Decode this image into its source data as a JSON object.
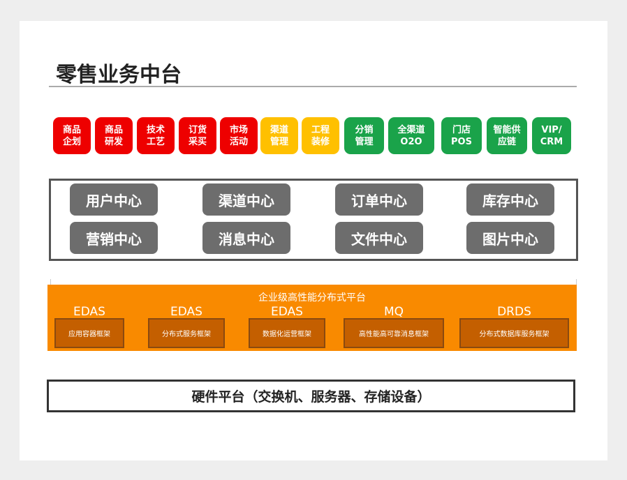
{
  "title": "零售业务中台",
  "colors": {
    "red": "#ee0000",
    "yellow": "#ffc000",
    "green": "#1aa34a",
    "gray": "#6d6d6d",
    "orange": "#f98a00"
  },
  "tiles": [
    {
      "label": "商品\n企划",
      "color": "red"
    },
    {
      "label": "商品\n研发",
      "color": "red"
    },
    {
      "label": "技术\n工艺",
      "color": "red"
    },
    {
      "label": "订货\n采买",
      "color": "red"
    },
    {
      "label": "市场\n活动",
      "color": "red"
    },
    {
      "label": "渠道\n管理",
      "color": "yellow"
    },
    {
      "label": "工程\n装修",
      "color": "yellow"
    },
    {
      "label": "分销\n管理",
      "color": "green"
    },
    {
      "label": "全渠道\nO2O",
      "color": "green"
    },
    {
      "label": "门店\nPOS",
      "color": "green"
    },
    {
      "label": "智能供\n应链",
      "color": "green"
    },
    {
      "label": "VIP/\nCRM",
      "color": "green"
    }
  ],
  "centers": [
    "用户中心",
    "渠道中心",
    "订单中心",
    "库存中心",
    "营销中心",
    "消息中心",
    "文件中心",
    "图片中心"
  ],
  "platform": {
    "title": "企业级高性能分布式平台",
    "items": [
      {
        "product": "EDAS",
        "framework": "应用容器框架"
      },
      {
        "product": "EDAS",
        "framework": "分布式服务框架"
      },
      {
        "product": "EDAS",
        "framework": "数据化运营框架"
      },
      {
        "product": "MQ",
        "framework": "高性能高可靠消息框架"
      },
      {
        "product": "DRDS",
        "framework": "分布式数据库服务框架"
      }
    ]
  },
  "hardware": "硬件平台（交换机、服务器、存储设备）"
}
